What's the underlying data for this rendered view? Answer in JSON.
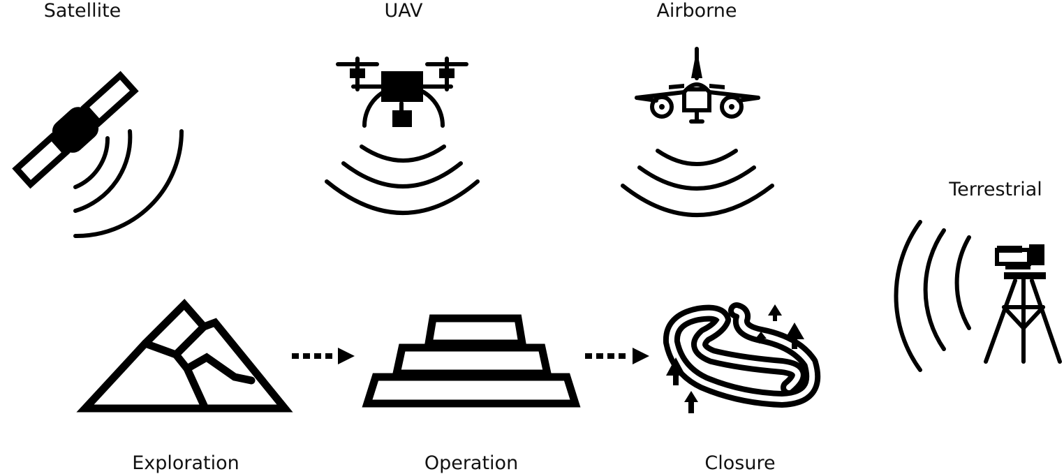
{
  "platforms": {
    "satellite": "Satellite",
    "uav": "UAV",
    "airborne": "Airborne",
    "terrestrial": "Terrestrial"
  },
  "stages": {
    "exploration": "Exploration",
    "operation": "Operation",
    "closure": "Closure"
  },
  "icons": [
    "satellite-icon",
    "drone-icon",
    "airplane-icon",
    "total-station-tripod-icon",
    "mountain-icon",
    "stepped-pit-icon",
    "reclaimed-land-trees-icon",
    "dotted-arrow-icon"
  ],
  "colors": {
    "ink": "#000000",
    "background": "#ffffff"
  }
}
